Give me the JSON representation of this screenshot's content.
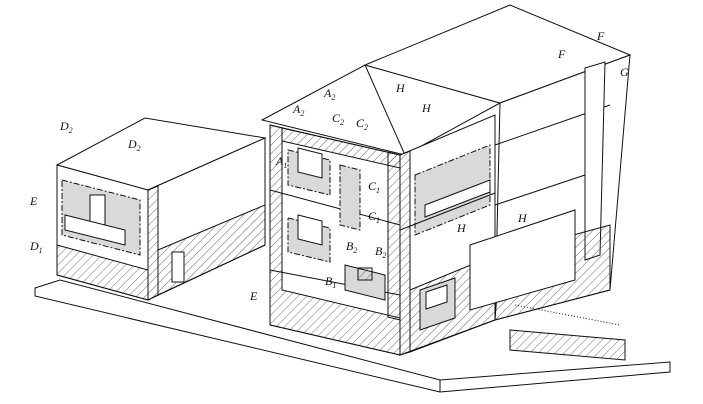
{
  "labels": {
    "left_building": {
      "d2_a": "D",
      "d2_b": "D",
      "d_sub": "2",
      "e": "E",
      "d1": "D",
      "d1_sub": "1"
    },
    "main_building": {
      "a2_a": "A",
      "a2_b": "A",
      "a2_sub": "2",
      "c2_a": "C",
      "c2_b": "C",
      "c2_sub": "2",
      "a1": "A",
      "a1_sub": "1",
      "c1_a": "C",
      "c1_b": "C",
      "c1_sub": "1",
      "b2_a": "B",
      "b2_b": "B",
      "b2_sub": "2",
      "b1": "B",
      "b1_sub": "1",
      "e": "E"
    },
    "h_marks": {
      "h1": "H",
      "h2": "H",
      "h3": "H",
      "h4": "H"
    },
    "chimney": {
      "f1": "F",
      "f2": "F",
      "g": "G"
    }
  },
  "colors": {
    "line": "#111111",
    "shade": "#d9d9d9",
    "hatch": "#444444"
  }
}
